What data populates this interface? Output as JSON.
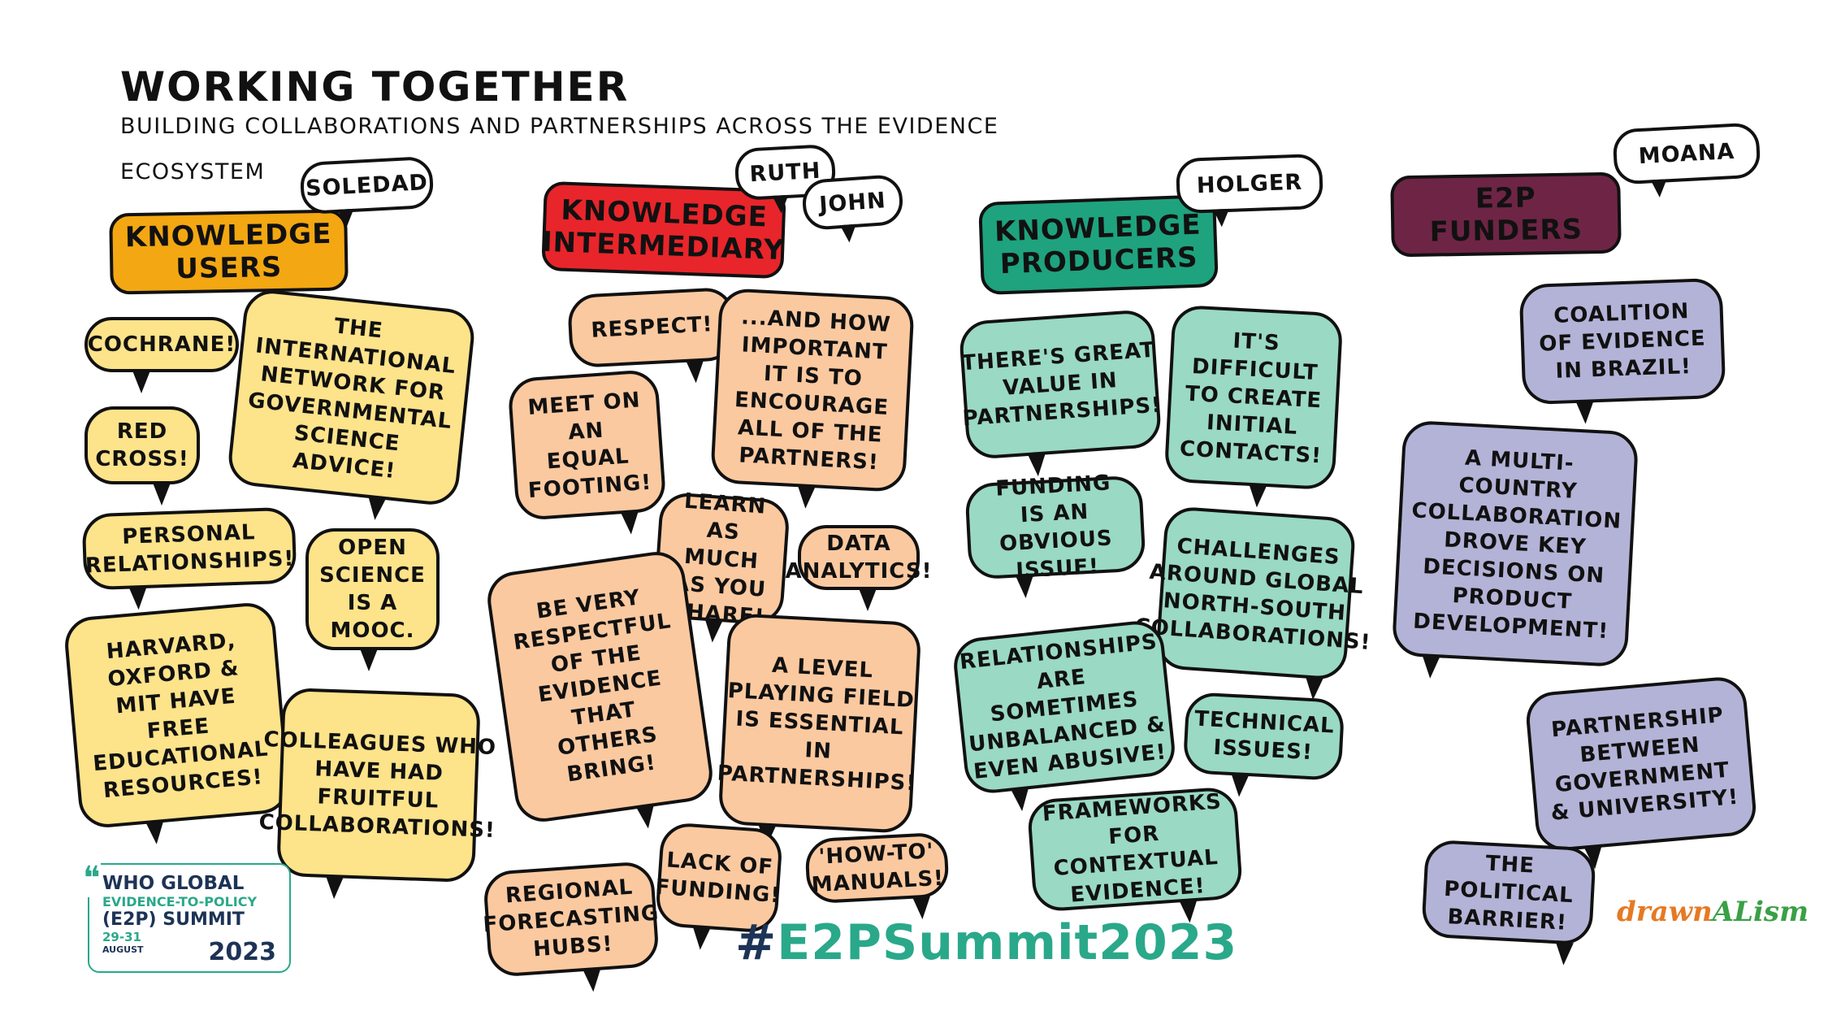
{
  "title": "WORKING TOGETHER",
  "subtitle": "BUILDING COLLABORATIONS AND PARTNERSHIPS ACROSS THE EVIDENCE ECOSYSTEM",
  "columns": [
    {
      "label": "KNOWLEDGE USERS",
      "color": "#f3a712",
      "speakers": [
        "SOLEDAD"
      ],
      "bubbles": [
        "COCHRANE!",
        "THE INTERNATIONAL NETWORK FOR GOVERNMENTAL SCIENCE ADVICE!",
        "RED CROSS!",
        "PERSONAL RELATIONSHIPS!",
        "OPEN SCIENCE IS A MOOC.",
        "HARVARD, OXFORD & MIT HAVE FREE EDUCATIONAL RESOURCES!",
        "COLLEAGUES WHO HAVE HAD FRUITFUL COLLABORATIONS!"
      ]
    },
    {
      "label": "KNOWLEDGE INTERMEDIARY",
      "color": "#e8252b",
      "speakers": [
        "RUTH",
        "JOHN"
      ],
      "bubbles": [
        "RESPECT!",
        "...AND HOW IMPORTANT IT IS TO ENCOURAGE ALL OF THE PARTNERS!",
        "MEET ON AN EQUAL FOOTING!",
        "LEARN AS MUCH AS YOU SHARE!",
        "DATA ANALYTICS!",
        "BE VERY RESPECTFUL OF THE EVIDENCE THAT OTHERS BRING!",
        "A LEVEL PLAYING FIELD IS ESSENTIAL IN PARTNERSHIPS!",
        "REGIONAL FORECASTING HUBS!",
        "LACK OF FUNDING!",
        "'HOW-TO' MANUALS!"
      ]
    },
    {
      "label": "KNOWLEDGE PRODUCERS",
      "color": "#1ea37e",
      "speakers": [
        "HOLGER"
      ],
      "bubbles": [
        "THERE'S GREAT VALUE IN PARTNERSHIPS!",
        "IT'S DIFFICULT TO CREATE INITIAL CONTACTS!",
        "FUNDING IS AN OBVIOUS ISSUE!",
        "CHALLENGES AROUND GLOBAL NORTH-SOUTH COLLABORATIONS!",
        "RELATIONSHIPS ARE SOMETIMES UNBALANCED & EVEN ABUSIVE!",
        "TECHNICAL ISSUES!",
        "FRAMEWORKS FOR CONTEXTUAL EVIDENCE!"
      ]
    },
    {
      "label": "E2P FUNDERS",
      "color": "#6e2545",
      "speakers": [
        "MOANA"
      ],
      "bubbles": [
        "COALITION OF EVIDENCE IN BRAZIL!",
        "A MULTI-COUNTRY COLLABORATION DROVE KEY DECISIONS ON PRODUCT DEVELOPMENT!",
        "PARTNERSHIP BETWEEN GOVERNMENT & UNIVERSITY!",
        "THE POLITICAL BARRIER!"
      ]
    }
  ],
  "hashtag": {
    "hash": "#",
    "text": "E2PSummit2023"
  },
  "logo": {
    "line1": "WHO GLOBAL",
    "line2": "EVIDENCE-TO-POLICY",
    "line3": "(E2P) SUMMIT",
    "dates": "29-31",
    "month": "AUGUST",
    "year": "2023"
  },
  "brand": {
    "part1": "drawn",
    "part2": "ALism"
  }
}
